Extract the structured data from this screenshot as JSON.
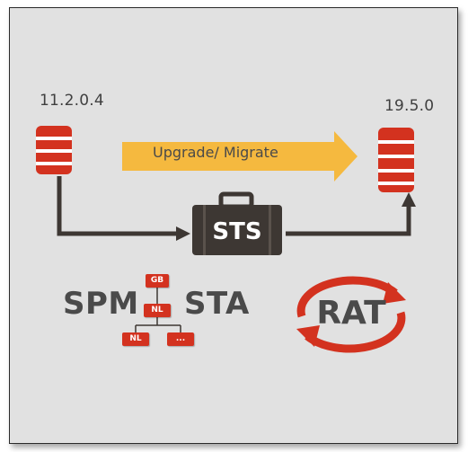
{
  "diagram": {
    "source_version": "11.2.0.4",
    "target_version": "19.5.0",
    "arrow_label": "Upgrade/ Migrate",
    "briefcase_label": "STS",
    "spm_label": "SPM",
    "sta_label": "STA",
    "rat_label": "RAT",
    "plan_tree": {
      "root": "GB",
      "middle": "NL",
      "left_leaf": "NL",
      "right_leaf": "..."
    }
  },
  "colors": {
    "accent_red": "#d3321f",
    "arrow_yellow": "#f5b93f",
    "briefcase_dark": "#3d3733",
    "text_gray": "#4a4a4a",
    "background": "#e1e1e1"
  },
  "icons": {
    "source_db": "database-icon",
    "target_db": "database-icon",
    "briefcase": "briefcase-icon",
    "rat_cycle": "circular-arrows-icon",
    "plan_tree": "tree-diagram-icon"
  }
}
